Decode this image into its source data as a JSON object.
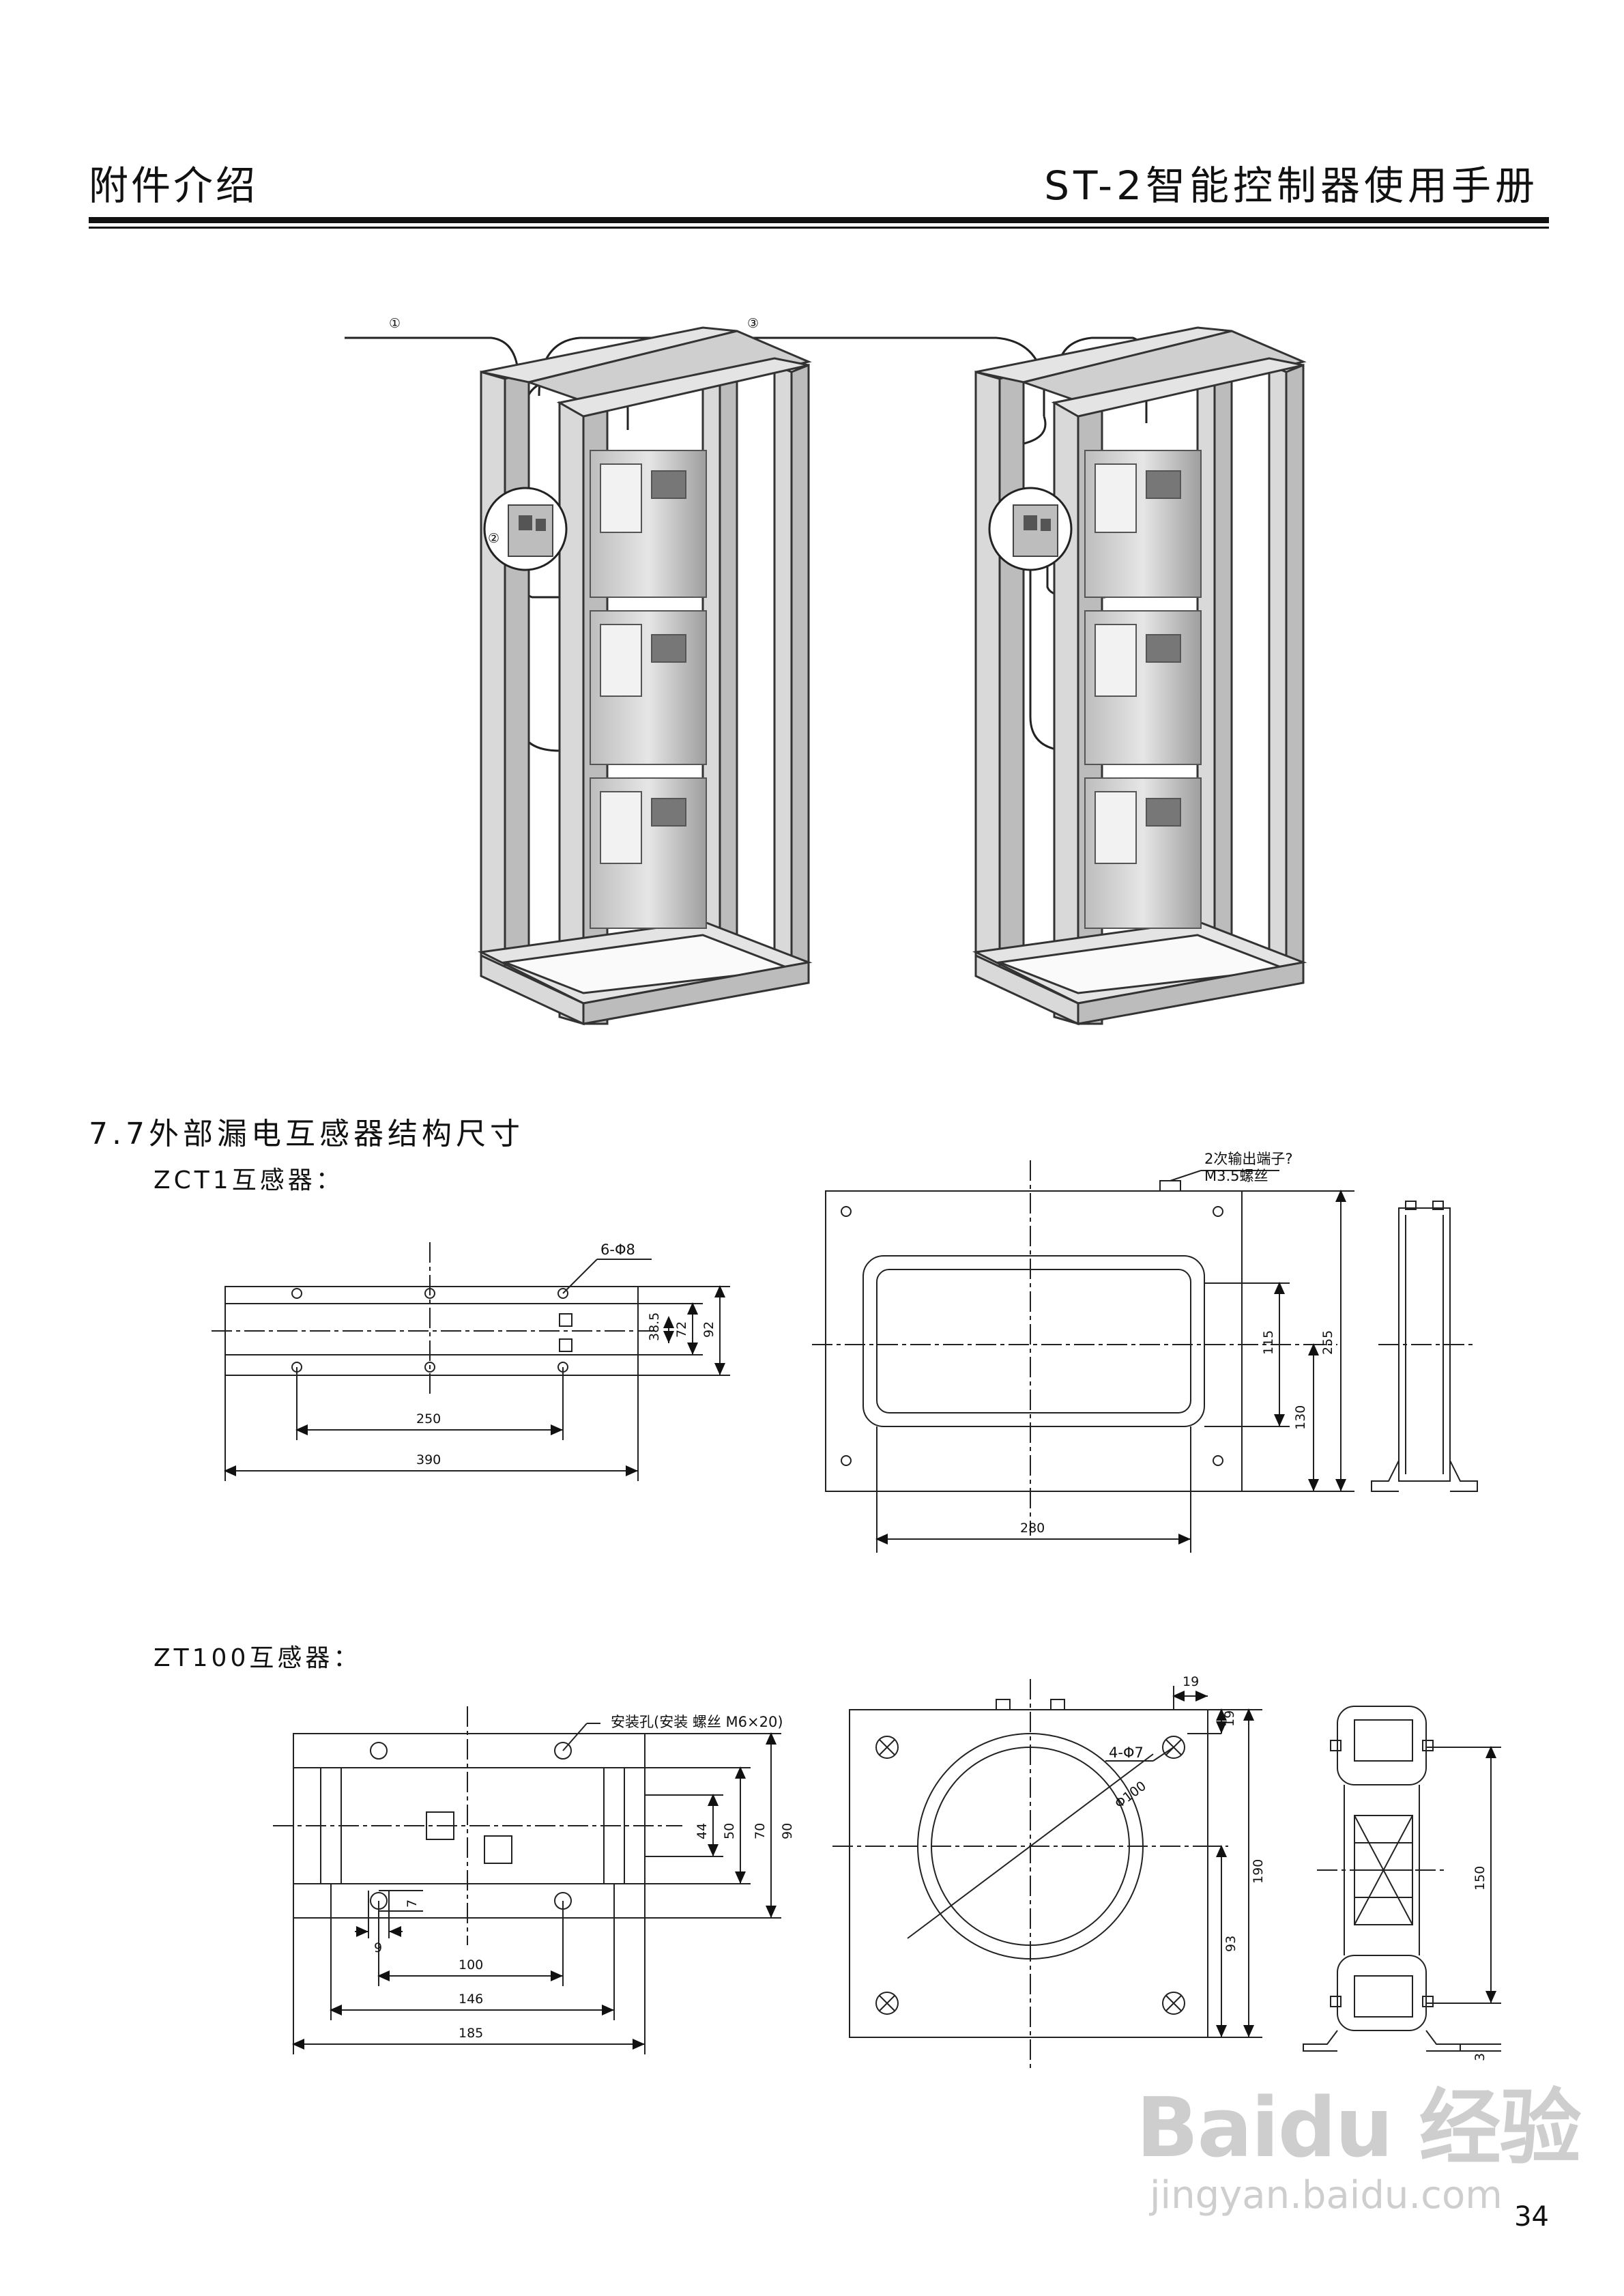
{
  "header": {
    "left": "附件介绍",
    "right": "ST-2智能控制器使用手册"
  },
  "figure_top": {
    "callouts": [
      "①",
      "②",
      "③"
    ]
  },
  "section": {
    "title": "7.7外部漏电互感器结构尺寸",
    "zct1_label": "ZCT1互感器：",
    "zt100_label": "ZT100互感器："
  },
  "zct1": {
    "hole_note": "6-Φ8",
    "terminal_note_1": "2次输出端子?",
    "terminal_note_2": "M3.5螺丝",
    "dims": [
      "250",
      "390",
      "38.5",
      "72",
      "92",
      "280",
      "115",
      "130",
      "255"
    ]
  },
  "zt100": {
    "mount_note": "安装孔(安装 螺丝 M6×20)",
    "hole_note": "4-Φ7",
    "dia": "Φ100",
    "dims": [
      "44",
      "50",
      "70",
      "90",
      "7",
      "9",
      "100",
      "146",
      "185",
      "19",
      "19",
      "190",
      "93",
      "150",
      "3"
    ]
  },
  "page_number": "34",
  "watermark": {
    "brand": "Baidu 经验",
    "url": "jingyan.baidu.com"
  }
}
